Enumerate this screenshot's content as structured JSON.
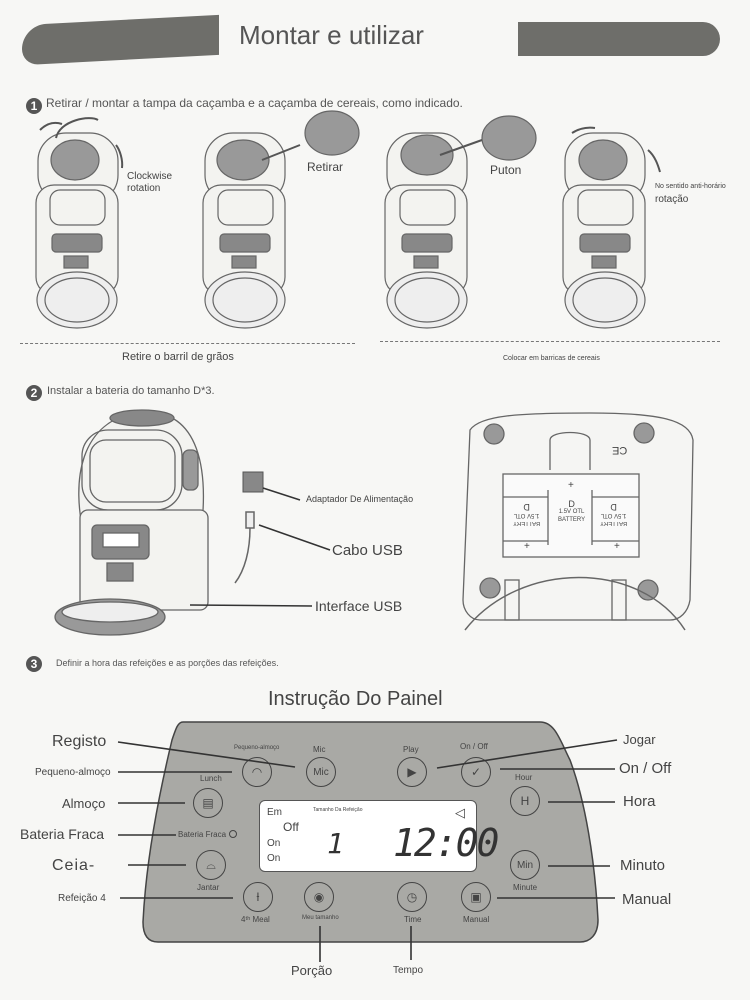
{
  "header": {
    "title": "Montar e utilizar"
  },
  "step1": {
    "number": "1",
    "text": "Retirar / montar a tampa da caçamba e a caçamba de cereais, como indicado.",
    "fig1_label_line1": "Clockwise",
    "fig1_label_line2": "rotation",
    "fig2_label": "Retirar",
    "fig3_label": "Puton",
    "fig4_label_line1": "No sentido anti-horário",
    "fig4_label_line2": "rotação",
    "caption_left": "Retire o barril de grãos",
    "caption_right": "Colocar em barricas de cereais"
  },
  "step2": {
    "number": "2",
    "text": "Instalar a bateria do tamanho D*3.",
    "adapter_label": "Adaptador De Alimentação",
    "cable_label": "Cabo USB",
    "interface_label": "Interface USB",
    "battery": {
      "left": [
        "D",
        "1.5V OTL",
        "BATTERY"
      ],
      "middle": [
        "D",
        "1.5V OTL",
        "BATTERY"
      ],
      "right": [
        "D",
        "1.5V OTL",
        "BATTERY"
      ],
      "plus": "+",
      "marks": "CE"
    }
  },
  "step3": {
    "number": "3",
    "text": "Definir a hora das refeições e as porções das refeições.",
    "panel_title": "Instrução Do Painel"
  },
  "panel": {
    "buttons": {
      "breakfast": {
        "caption": "Pequeno-almoço",
        "icon": "bread-icon"
      },
      "mic": {
        "caption": "Mic",
        "glyph": "Mic"
      },
      "play": {
        "caption": "Play",
        "glyph": "▶"
      },
      "onoff": {
        "caption": "On / Off",
        "glyph": "✓"
      },
      "hour": {
        "caption": "Hour",
        "glyph": "H"
      },
      "lunch": {
        "caption": "Lunch",
        "icon": "basket-icon"
      },
      "dinner": {
        "caption": "Jantar",
        "icon": "cloud-meal-icon"
      },
      "minute": {
        "caption": "Minute",
        "glyph": "Min"
      },
      "fourth_meal": {
        "caption": "4ᵗʰ Meal",
        "glyph": "🍴"
      },
      "portion": {
        "caption": "Meu tamanho",
        "icon": "dial-icon"
      },
      "time": {
        "caption": "Time",
        "icon": "clock-icon"
      },
      "manual": {
        "caption": "Manual",
        "icon": "manual-icon"
      }
    },
    "low_battery_caption": "Bateria Fraca",
    "lcd": {
      "em": "Em",
      "off": "Off",
      "on1": "On",
      "on2": "On",
      "meal_size_label": "Tamanho Da Refeição",
      "portion_value": "1",
      "clock": "12:00"
    }
  },
  "callouts": {
    "registo": "Registo",
    "breakfast": "Pequeno-almoço",
    "lunch": "Almoço",
    "low_battery": "Bateria Fraca",
    "dinner": "Ceia-",
    "fourth_meal": "Refeição 4",
    "play": "Jogar",
    "onoff": "On / Off",
    "hour": "Hora",
    "minute": "Minuto",
    "manual": "Manual",
    "portion": "Porção",
    "time": "Tempo"
  }
}
